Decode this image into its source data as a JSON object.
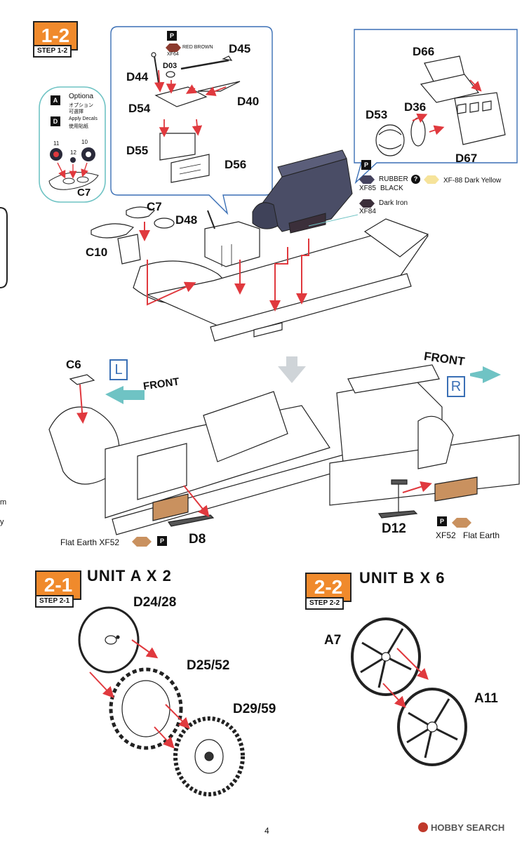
{
  "step_1_2": {
    "number": "1-2",
    "tag": "STEP 1-2"
  },
  "step_2_1": {
    "number": "2-1",
    "tag": "STEP 2-1",
    "unit": "UNIT A X 2"
  },
  "step_2_2": {
    "number": "2-2",
    "tag": "STEP 2-2",
    "unit": "UNIT B X 6"
  },
  "options_box": {
    "optional_en": "Optiona",
    "optional_jp": "オプション",
    "optional_cn": "可選擇",
    "decals_en": "Apply Decals",
    "decals_cn": "使用貼紙",
    "decal_11": "11",
    "decal_12": "12",
    "decal_10": "10",
    "part": "C7"
  },
  "inset_left": {
    "paint_name": "RED BROWN",
    "paint_code": "XF64",
    "parts": [
      "D45",
      "D44",
      "D03",
      "D54",
      "D40",
      "D55",
      "D56"
    ]
  },
  "inset_right": {
    "parts": [
      "D66",
      "D53",
      "D36",
      "D67"
    ]
  },
  "paints": {
    "rubber_black_name": "RUBBER",
    "rubber_black_code": "XF85",
    "rubber_black_name2": "BLACK",
    "question": "?",
    "dark_yellow": "XF-88  Dark Yellow",
    "dark_iron_name": "Dark Iron",
    "dark_iron_code": "XF84",
    "flat_earth_left": "Flat Earth  XF52",
    "flat_earth_right_code": "XF52",
    "flat_earth_right_name": "Flat Earth"
  },
  "main_labels": {
    "c7": "C7",
    "d48": "D48",
    "c10": "C10"
  },
  "left_view": {
    "side": "L",
    "front": "FRONT",
    "c6": "C6",
    "d8": "D8"
  },
  "right_view": {
    "side": "R",
    "front": "FRONT",
    "d12": "D12"
  },
  "unit_a_parts": [
    "D24/28",
    "D25/52",
    "D29/59"
  ],
  "unit_b_parts": [
    "A7",
    "A11"
  ],
  "edge_text": [
    "m",
    "y"
  ],
  "footer": {
    "page": "4",
    "watermark": "HOBBY SEARCH"
  },
  "colors": {
    "orange": "#f08a2c",
    "red_arrow": "#e0393e",
    "teal": "#6fc3c4",
    "blue": "#3a6fb5",
    "engine": "#4a4d66",
    "red_brown": "#8c3b2f",
    "rubber_black": "#45435e",
    "dark_yellow": "#f6e39a",
    "dark_iron": "#3b2f3a",
    "flat_earth": "#c9915f"
  }
}
